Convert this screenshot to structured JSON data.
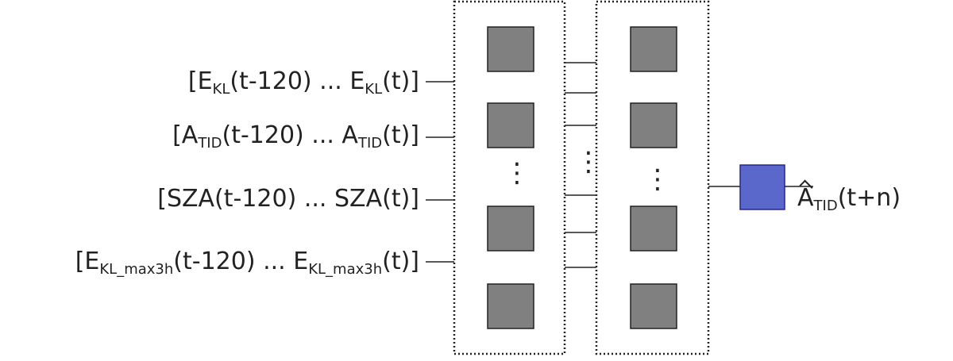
{
  "inputs": [
    {
      "pre": "[E",
      "sub1": "KL",
      "mid": "(t-120) ... E",
      "sub2": "KL",
      "post": "(t)]"
    },
    {
      "pre": "[A",
      "sub1": "TID",
      "mid": "(t-120) ... A",
      "sub2": "TID",
      "post": "(t)]"
    },
    {
      "pre": "[SZA(t-120) ... SZA(t)]",
      "sub1": "",
      "mid": "",
      "sub2": "",
      "post": ""
    },
    {
      "pre": "[E",
      "sub1": "KL_max3h",
      "mid": "(t-120) ... E",
      "sub2": "KL_max3h",
      "post": "(t)]"
    }
  ],
  "output": {
    "base": "A",
    "sub": "TID",
    "post": "(t+n)"
  },
  "ellipsis": "⋮",
  "colors": {
    "node": "#808080",
    "output_node": "#5a68cc",
    "output_border": "#2222aa",
    "line": "#222222"
  }
}
